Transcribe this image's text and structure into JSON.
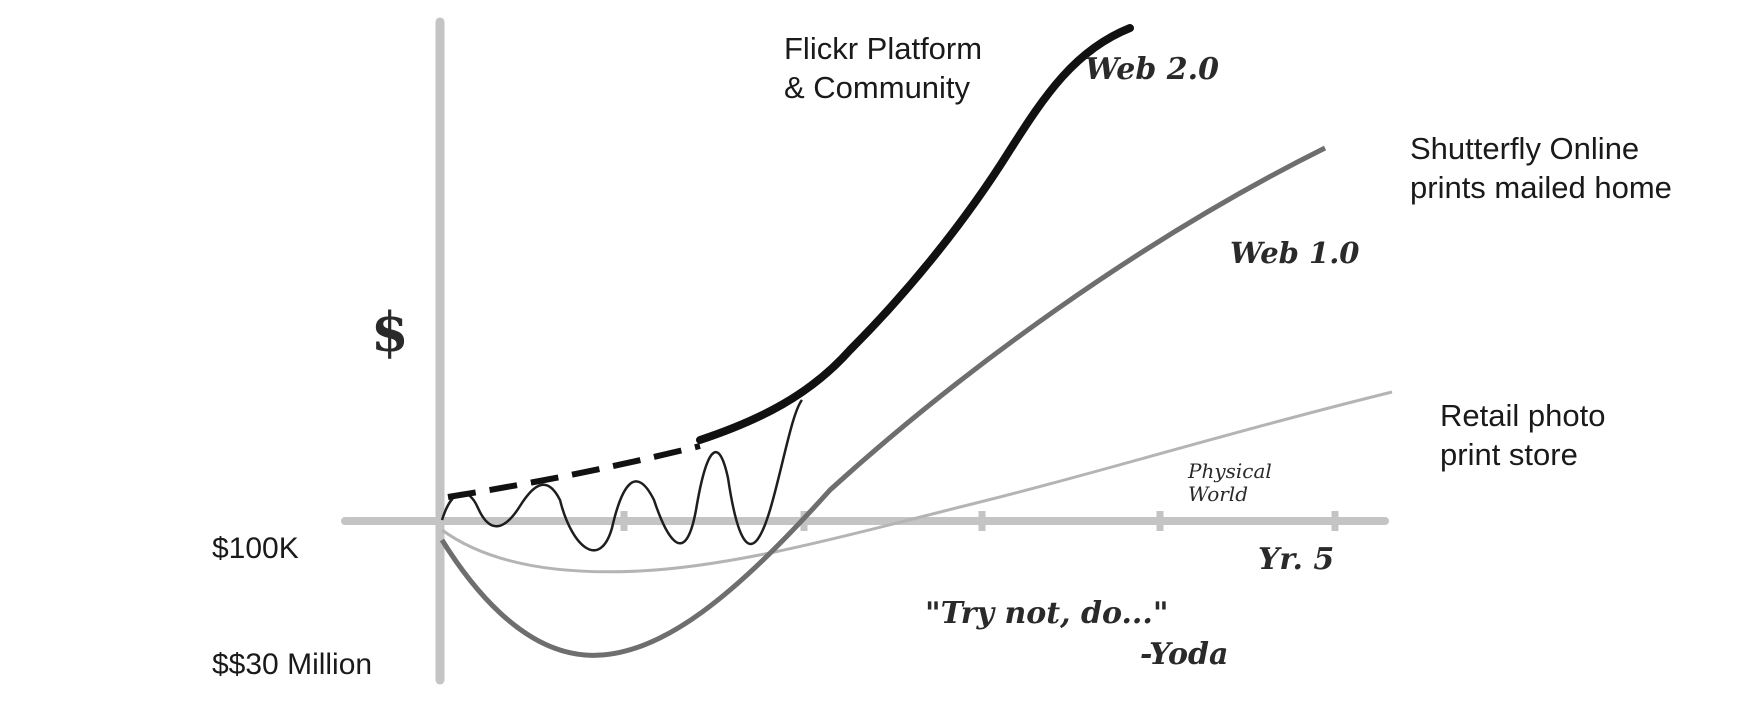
{
  "labels": {
    "flickr": [
      "Flickr Platform",
      "& Community"
    ],
    "web20": "Web 2.0",
    "shutterfly": [
      "Shutterfly Online",
      "prints mailed home"
    ],
    "web10": "Web 1.0",
    "dollar": "$",
    "retail": [
      "Retail photo",
      "print store"
    ],
    "physical": [
      "Physical",
      "World"
    ],
    "hundredk": "$100K",
    "yr5": "Yr. 5",
    "quote": "\"Try not, do...\"",
    "yoda": "-Yoda",
    "thirty_million": "$$30 Million"
  },
  "colors": {
    "axis": "#c4c4c4",
    "web20": "#111111",
    "web10": "#6e6e6e",
    "physical": "#b4b4b4",
    "iterations": "#1e1e1e"
  }
}
